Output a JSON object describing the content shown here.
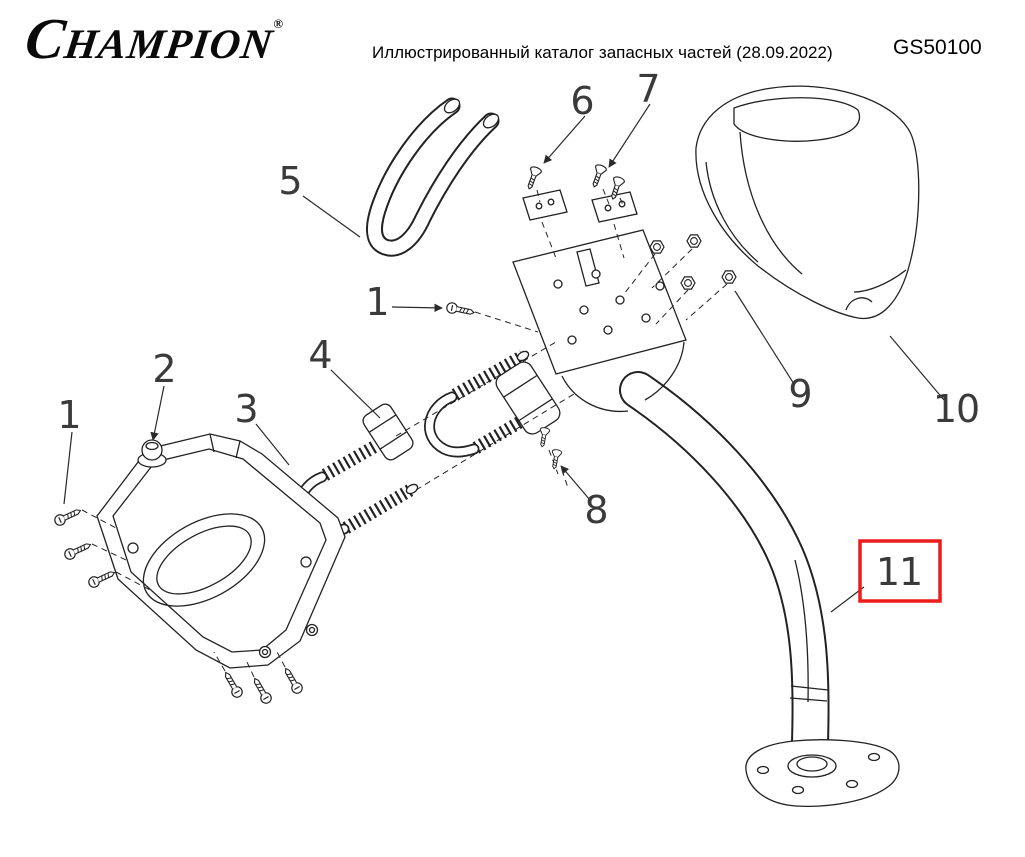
{
  "header": {
    "brand": "CHAMPION",
    "registered": "®",
    "title": "Иллюстрированный каталог запасных частей (28.09.2022)",
    "model": "GS50100"
  },
  "diagram": {
    "callouts": [
      {
        "label": "5"
      },
      {
        "label": "6"
      },
      {
        "label": "7"
      },
      {
        "label": "1"
      },
      {
        "label": "2"
      },
      {
        "label": "1"
      },
      {
        "label": "3"
      },
      {
        "label": "4"
      },
      {
        "label": "8"
      },
      {
        "label": "9"
      },
      {
        "label": "10"
      },
      {
        "label": "11"
      }
    ],
    "highlighted_callout": "11",
    "highlight_color": "#ec1c1c"
  }
}
